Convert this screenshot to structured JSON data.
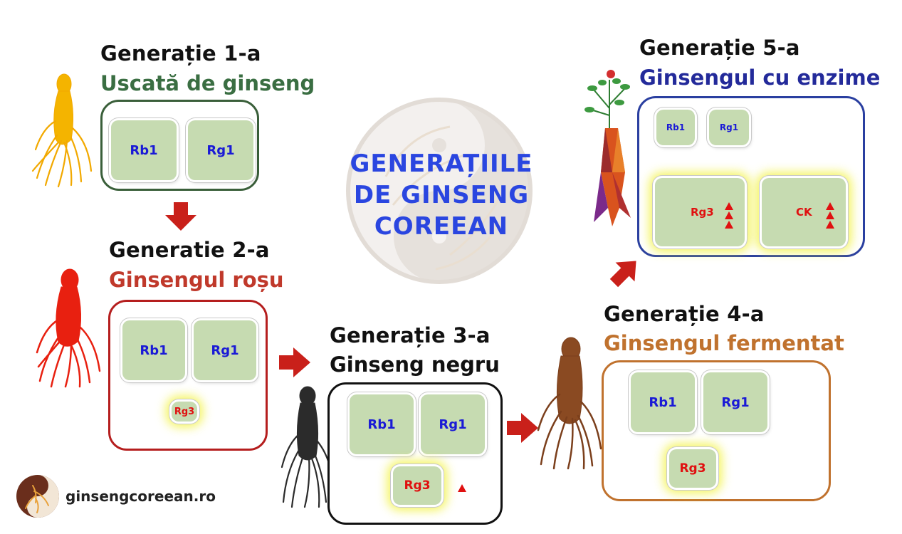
{
  "center": {
    "line1": "GENERAȚIILE",
    "line2": "DE GINSENG",
    "line3": "COREEAN"
  },
  "colors": {
    "gen1": "#3a5f3a",
    "gen2": "#c0392b",
    "gen3": "#111111",
    "gen4": "#c0722e",
    "gen5": "#2a3fa0",
    "cell": "#c6dbb1",
    "arrow": "#c9201a"
  },
  "gen1": {
    "title": "Generație 1-a",
    "subtitle": "Uscată de ginseng",
    "cells": [
      "Rb1",
      "Rg1"
    ]
  },
  "gen2": {
    "title": "Generatie 2-a",
    "subtitle": "Ginsengul roșu",
    "cells": [
      "Rb1",
      "Rg1",
      "Rg3"
    ]
  },
  "gen3": {
    "title": "Generație 3-a",
    "subtitle": "Ginseng negru",
    "cells": [
      "Rb1",
      "Rg1",
      "Rg3"
    ]
  },
  "gen4": {
    "title": "Generație 4-a",
    "subtitle": "Ginsengul fermentat",
    "cells": [
      "Rb1",
      "Rg1",
      "Rg3"
    ]
  },
  "gen5": {
    "title": "Generație 5-a",
    "subtitle": "Ginsengul cu enzime",
    "cells": [
      "Rb1",
      "Rg1",
      "Rg3",
      "CK"
    ]
  },
  "brand": {
    "site": "ginsengcoreean.ro"
  }
}
